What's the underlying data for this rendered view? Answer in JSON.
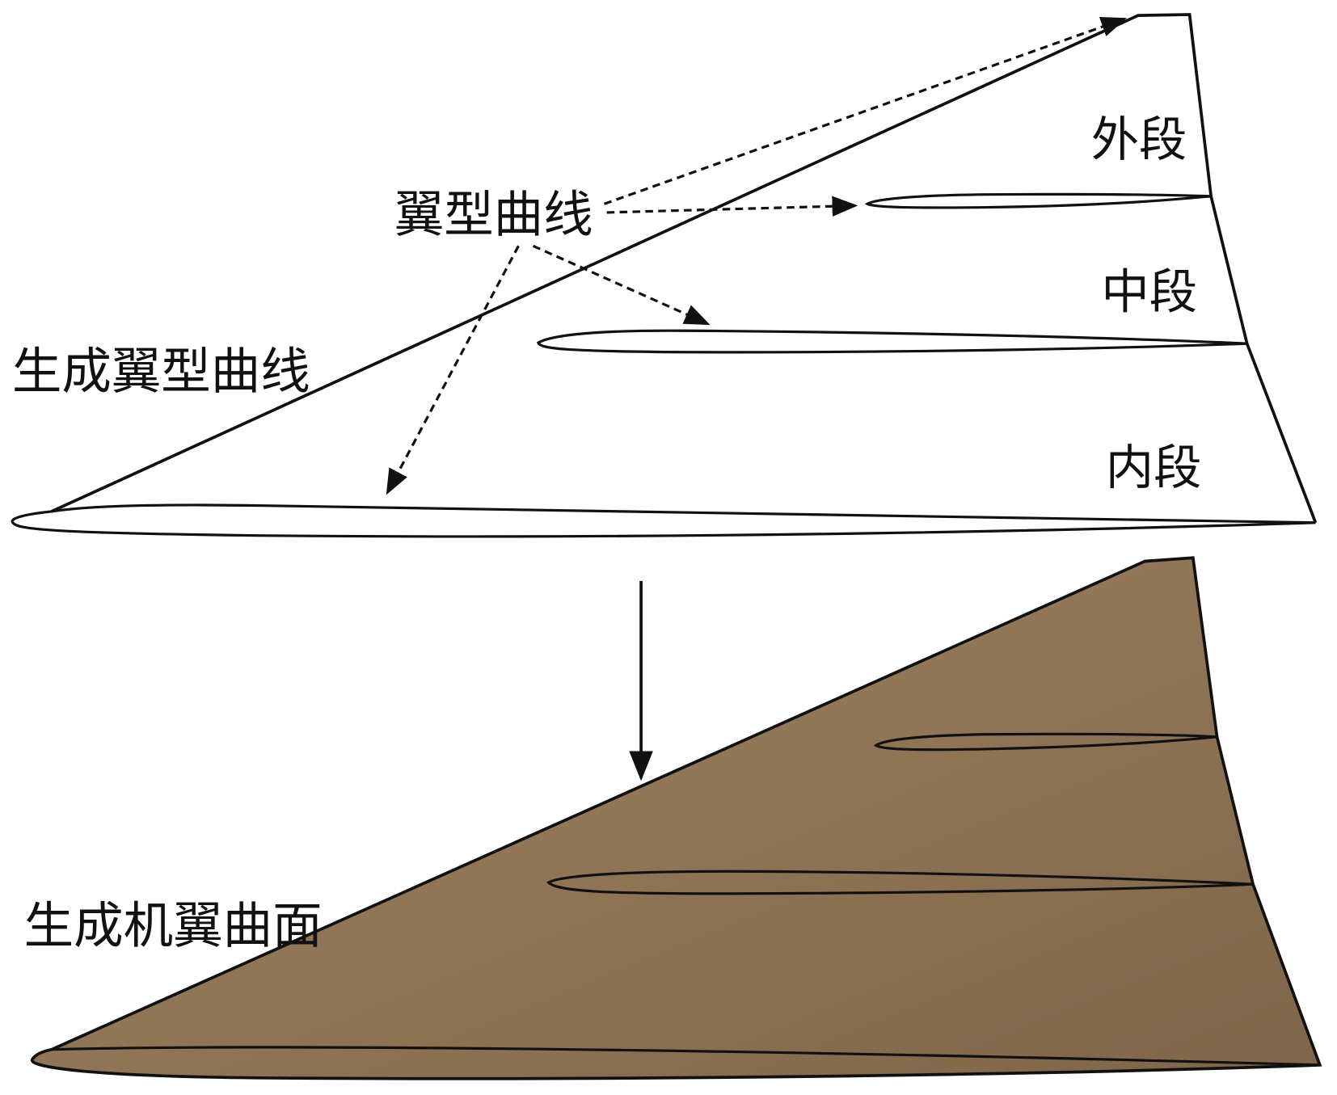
{
  "labels": {
    "airfoil_curves": "翼型曲线",
    "outer_section": "外段",
    "middle_section": "中段",
    "inner_section": "内段",
    "generate_airfoil_curves": "生成翼型曲线",
    "generate_wing_surface": "生成机翼曲面"
  },
  "colors": {
    "surface": "#8c7254",
    "stroke": "#111111"
  }
}
